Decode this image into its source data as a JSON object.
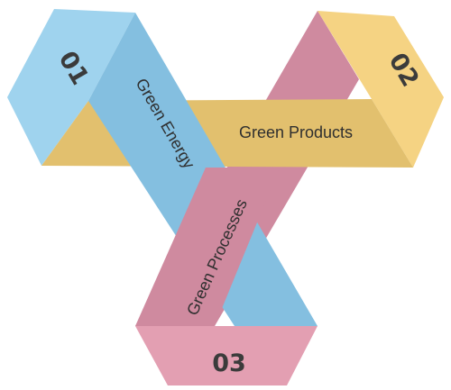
{
  "diagram": {
    "segments": [
      {
        "number": "01",
        "label": "Green Energy",
        "color": "#9fd3ee",
        "shade": "#84bfe0"
      },
      {
        "number": "02",
        "label": "Green Products",
        "color": "#f5d383",
        "shade": "#e2c06e"
      },
      {
        "number": "03",
        "label": "Green Processes",
        "color": "#e39fb2",
        "shade": "#cf8a9f"
      }
    ]
  }
}
